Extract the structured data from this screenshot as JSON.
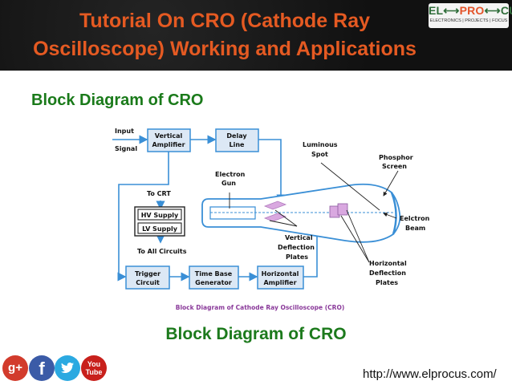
{
  "banner": {
    "title_line1": "Tutorial On CRO (Cathode Ray",
    "title_line2": "Oscilloscope) Working and Applications"
  },
  "logo": {
    "left": "EL",
    "mid": "PRO",
    "right": "CUS",
    "tagline": "ELECTRONICS | PROJECTS | FOCUS"
  },
  "heading": "Block Diagram of CRO",
  "diagram": {
    "input_label_1": "Input",
    "input_label_2": "Signal",
    "vertical_amplifier_1": "Vertical",
    "vertical_amplifier_2": "Amplifier",
    "delay_line_1": "Delay",
    "delay_line_2": "Line",
    "electron_gun_1": "Electron",
    "electron_gun_2": "Gun",
    "luminous_spot_1": "Luminous",
    "luminous_spot_2": "Spot",
    "phosphor_screen_1": "Phosphor",
    "phosphor_screen_2": "Screen",
    "to_crt": "To CRT",
    "hv_supply": "HV Supply",
    "lv_supply": "LV Supply",
    "to_all_circuits": "To All Circuits",
    "electron_beam_1": "Eelctron",
    "electron_beam_2": "Beam",
    "vertical_plates_1": "Vertical",
    "vertical_plates_2": "Deflection",
    "vertical_plates_3": "Plates",
    "horizontal_plates_1": "Horizontal",
    "horizontal_plates_2": "Deflection",
    "horizontal_plates_3": "Plates",
    "trigger_circuit_1": "Trigger",
    "trigger_circuit_2": "Circuit",
    "time_base_1": "Time Base",
    "time_base_2": "Generator",
    "horizontal_amplifier_1": "Horizontal",
    "horizontal_amplifier_2": "Amplifier",
    "figure_caption": "Block Diagram of Cathode Ray Oscilloscope (CRO)"
  },
  "caption": "Block Diagram of CRO",
  "social": {
    "gplus": "g+",
    "facebook": "f",
    "youtube_1": "You",
    "youtube_2": "Tube"
  },
  "url": "http://www.elprocus.com/",
  "colors": {
    "title": "#e55a22",
    "heading": "#1a7a1a",
    "diagram_lines": "#3a8fd6",
    "block_fill": "#dce8f5",
    "plates": "#d9a8e0"
  }
}
